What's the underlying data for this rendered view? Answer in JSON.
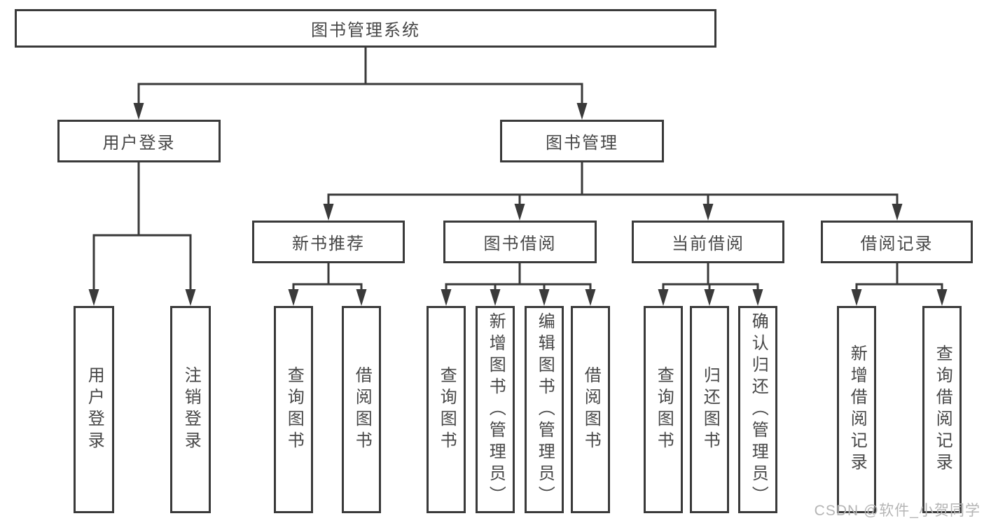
{
  "tree": {
    "root": {
      "label": "图书管理系统"
    },
    "branches": [
      {
        "label": "用户登录",
        "leaves": [
          {
            "label": "用户登录"
          },
          {
            "label": "注销登录"
          }
        ]
      },
      {
        "label": "图书管理",
        "sections": [
          {
            "label": "新书推荐",
            "leaves": [
              {
                "label": "查询图书"
              },
              {
                "label": "借阅图书"
              }
            ]
          },
          {
            "label": "图书借阅",
            "leaves": [
              {
                "label": "查询图书"
              },
              {
                "label": "新增图书（管理员）"
              },
              {
                "label": "编辑图书（管理员）"
              },
              {
                "label": "借阅图书"
              }
            ]
          },
          {
            "label": "当前借阅",
            "leaves": [
              {
                "label": "查询图书"
              },
              {
                "label": "归还图书"
              },
              {
                "label": "确认归还（管理员）"
              }
            ]
          },
          {
            "label": "借阅记录",
            "leaves": [
              {
                "label": "新增借阅记录"
              },
              {
                "label": "查询借阅记录"
              }
            ]
          }
        ]
      }
    ]
  },
  "colors": {
    "line": "#3a3a3a",
    "text": "#474747",
    "watermark": "#b5b5b5",
    "background": "#ffffff"
  },
  "watermark": "CSDN @软件_小贺同学"
}
